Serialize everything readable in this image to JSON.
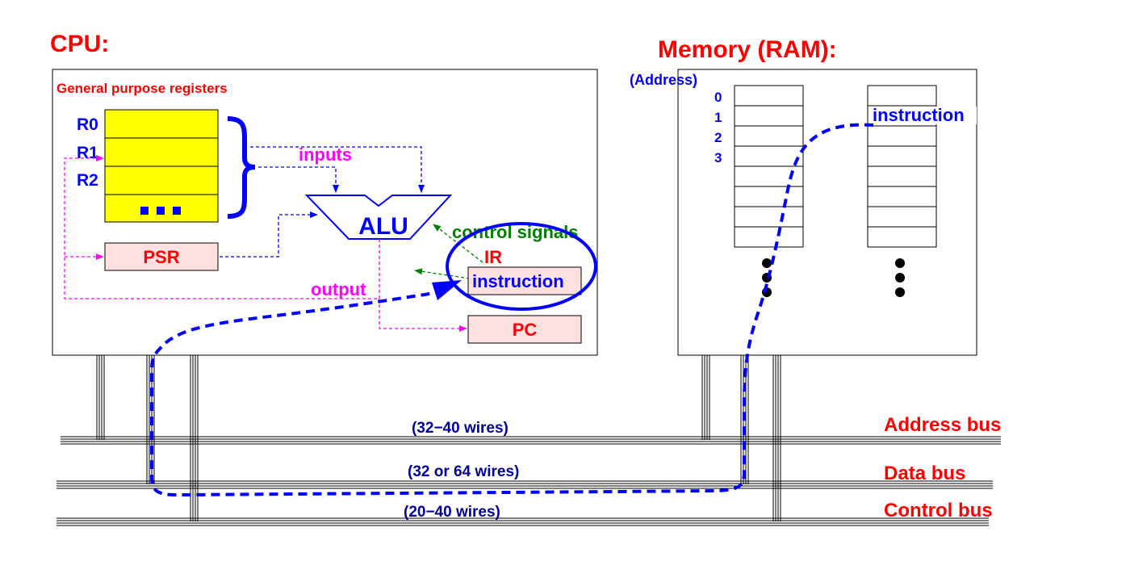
{
  "cpu": {
    "title": "CPU:",
    "gpr_label": "General purpose registers",
    "registers": [
      "R0",
      "R1",
      "R2"
    ],
    "psr": "PSR",
    "alu": "ALU",
    "inputs": "inputs",
    "output": "output",
    "control_signals": "control signals",
    "ir": "IR",
    "ir_content": "instruction",
    "pc": "PC"
  },
  "memory": {
    "title": "Memory (RAM):",
    "address_label": "(Address)",
    "addresses": [
      "0",
      "1",
      "2",
      "3"
    ],
    "instruction_label": "instruction"
  },
  "buses": [
    {
      "name": "Address bus",
      "wires": "(32−40 wires)"
    },
    {
      "name": "Data bus",
      "wires": "(32 or 64 wires)"
    },
    {
      "name": "Control bus",
      "wires": "(20−40 wires)"
    }
  ],
  "colors": {
    "title": "#ff0000",
    "register_fill": "#ffff00",
    "pink_box": "#ffe0e0",
    "primary_path": "#0000ff",
    "data_flow": "#ff00ff",
    "control": "#008000"
  }
}
